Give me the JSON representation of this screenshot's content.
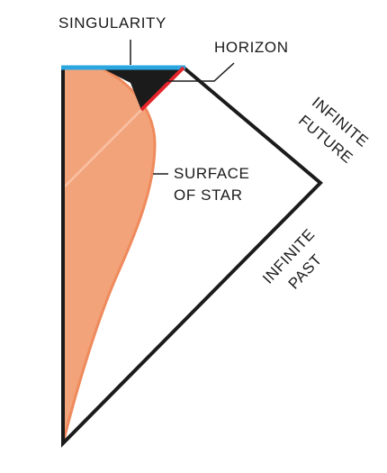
{
  "labels": {
    "singularity": "SINGULARITY",
    "horizon": "HORIZON",
    "surface": [
      "SURFACE",
      "OF STAR"
    ],
    "infinite_future": [
      "INFINITE",
      "FUTURE"
    ],
    "infinite_past": [
      "INFINITE",
      "PAST"
    ]
  },
  "colors": {
    "outline": "#1b1b1b",
    "singularity_line": "#2aa7e0",
    "horizon_line": "#e3242b",
    "star_fill": "#f3a37a",
    "star_edge": "#ef8a5c",
    "star_highlight": "#f7c2a3",
    "black_hole_region": "#1b1b1b",
    "background": "#ffffff"
  }
}
